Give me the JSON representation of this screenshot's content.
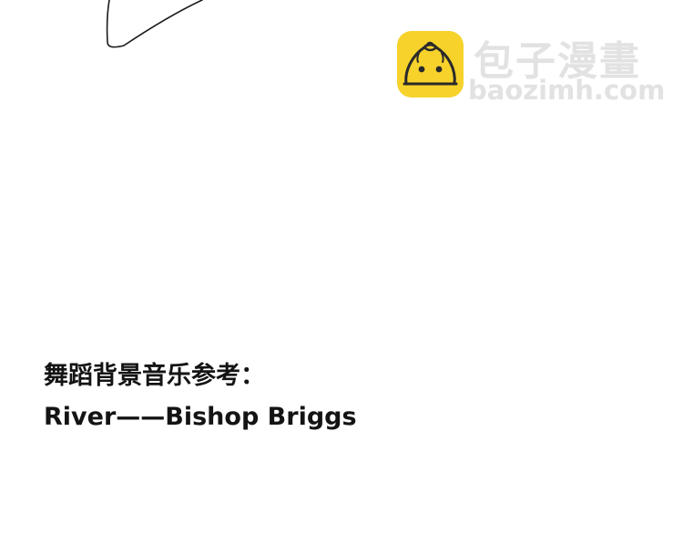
{
  "watermark": {
    "brand_cn": "包子漫畫",
    "brand_url": "baozimh.com",
    "logo_icon": "bun-mascot-icon",
    "logo_color": "#f6d22b"
  },
  "caption": {
    "heading": "舞蹈背景音乐参考：",
    "song": "River——Bishop Briggs"
  }
}
